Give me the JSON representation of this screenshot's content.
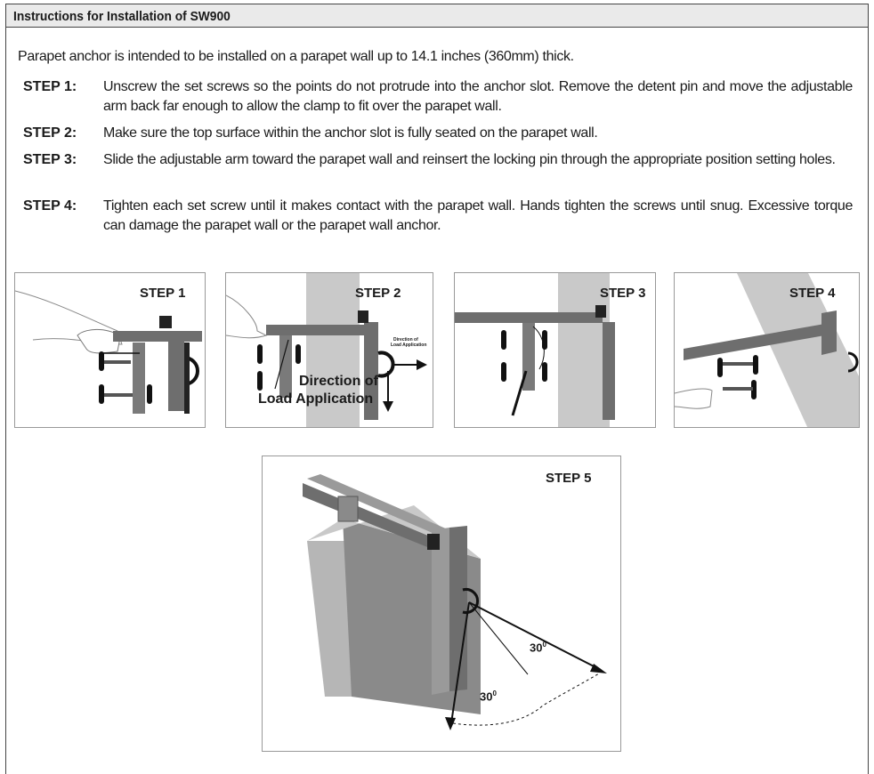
{
  "header": {
    "title": "Instructions for Installation of SW900"
  },
  "intro": "Parapet anchor is intended to be installed on a parapet wall up to 14.1 inches (360mm) thick.",
  "steps": [
    {
      "label": "STEP 1:",
      "text": "Unscrew the set screws so the points do not protrude into the anchor slot. Remove the detent pin and move the adjustable arm back far enough to allow the clamp to fit over the parapet wall."
    },
    {
      "label": "STEP 2:",
      "text": "Make sure the top surface within the anchor slot is fully seated on the parapet wall."
    },
    {
      "label": "STEP 3:",
      "text": "Slide the adjustable arm toward the parapet wall and reinsert the locking pin through the appropriate position setting holes."
    },
    {
      "label": "STEP 4:",
      "text": "Tighten each set screw until it makes contact with the parapet wall. Hands tighten the screws until snug. Excessive torque can damage the parapet wall or the parapet wall anchor."
    }
  ],
  "figures": {
    "step1": {
      "label": "STEP 1"
    },
    "step2": {
      "label": "STEP 2",
      "small_label_1": "Direction of",
      "small_label_2": "Load Application",
      "big_label_1": "Direction of",
      "big_label_2": "Load Application"
    },
    "step3": {
      "label": "STEP 3"
    },
    "step4": {
      "label": "STEP 4"
    },
    "step5": {
      "label": "STEP 5",
      "angle_1": "30",
      "angle_2": "30",
      "degree": "0"
    }
  },
  "colors": {
    "metal": "#6e6e6e",
    "metal_light": "#9a9a9a",
    "wall": "#c9c9c9",
    "wall_dark": "#8a8a8a",
    "title_bg": "#eaeaea"
  }
}
